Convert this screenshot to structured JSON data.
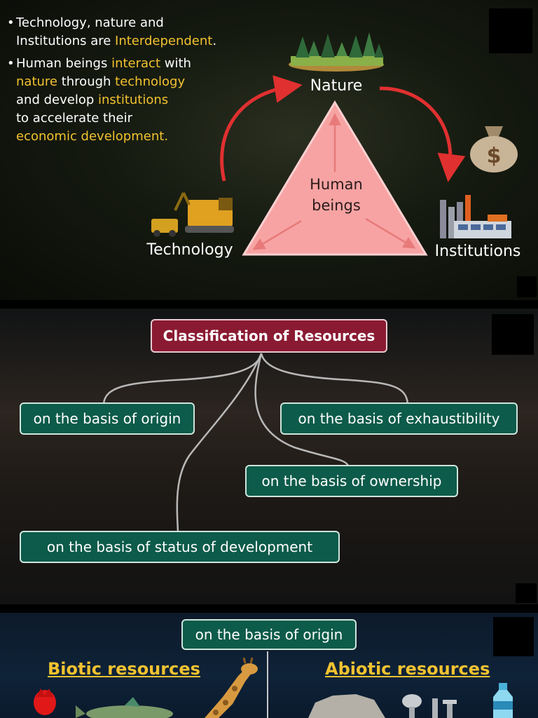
{
  "section1": {
    "bullet1": {
      "part1": "Technology, nature and Institutions are ",
      "highlight1": "Interdependent",
      "part2": "."
    },
    "bullet2": {
      "part1": "Human beings ",
      "hl_interact": "interact",
      "part2": " with ",
      "hl_nature": "nature",
      "part3": " through ",
      "hl_technology": "technology",
      "part4": " and develop ",
      "hl_institutions": "institutions",
      "part5": " to accelerate their ",
      "hl_economic": "economic development",
      "part6": "."
    },
    "triangle": {
      "top_label": "Nature",
      "left_label": "Technology",
      "right_label": "Institutions",
      "center_line1": "Human",
      "center_line2": "beings"
    },
    "colors": {
      "highlight": "#f2c230",
      "triangle_fill": "#f7a3a3",
      "arrow": "#e03030"
    },
    "icons": [
      "forest-icon",
      "excavator-icon",
      "money-bag-icon",
      "factory-icon"
    ]
  },
  "section2": {
    "title": "Classification of Resources",
    "nodes": {
      "origin": "on the basis of origin",
      "exhaustibility": "on the basis of exhaustibility",
      "ownership": "on the basis of ownership",
      "status": "on the basis of status of development"
    },
    "colors": {
      "title_bg": "#8a1a32",
      "node_bg": "#0d5b4a"
    }
  },
  "section3": {
    "heading": "on the basis of origin",
    "left_title": "Biotic resources",
    "right_title": "Abiotic resources",
    "icons": [
      "flower-icon",
      "fish-icon",
      "giraffe-icon",
      "rock-icon",
      "bolts-icon",
      "water-bottle-icon"
    ]
  }
}
